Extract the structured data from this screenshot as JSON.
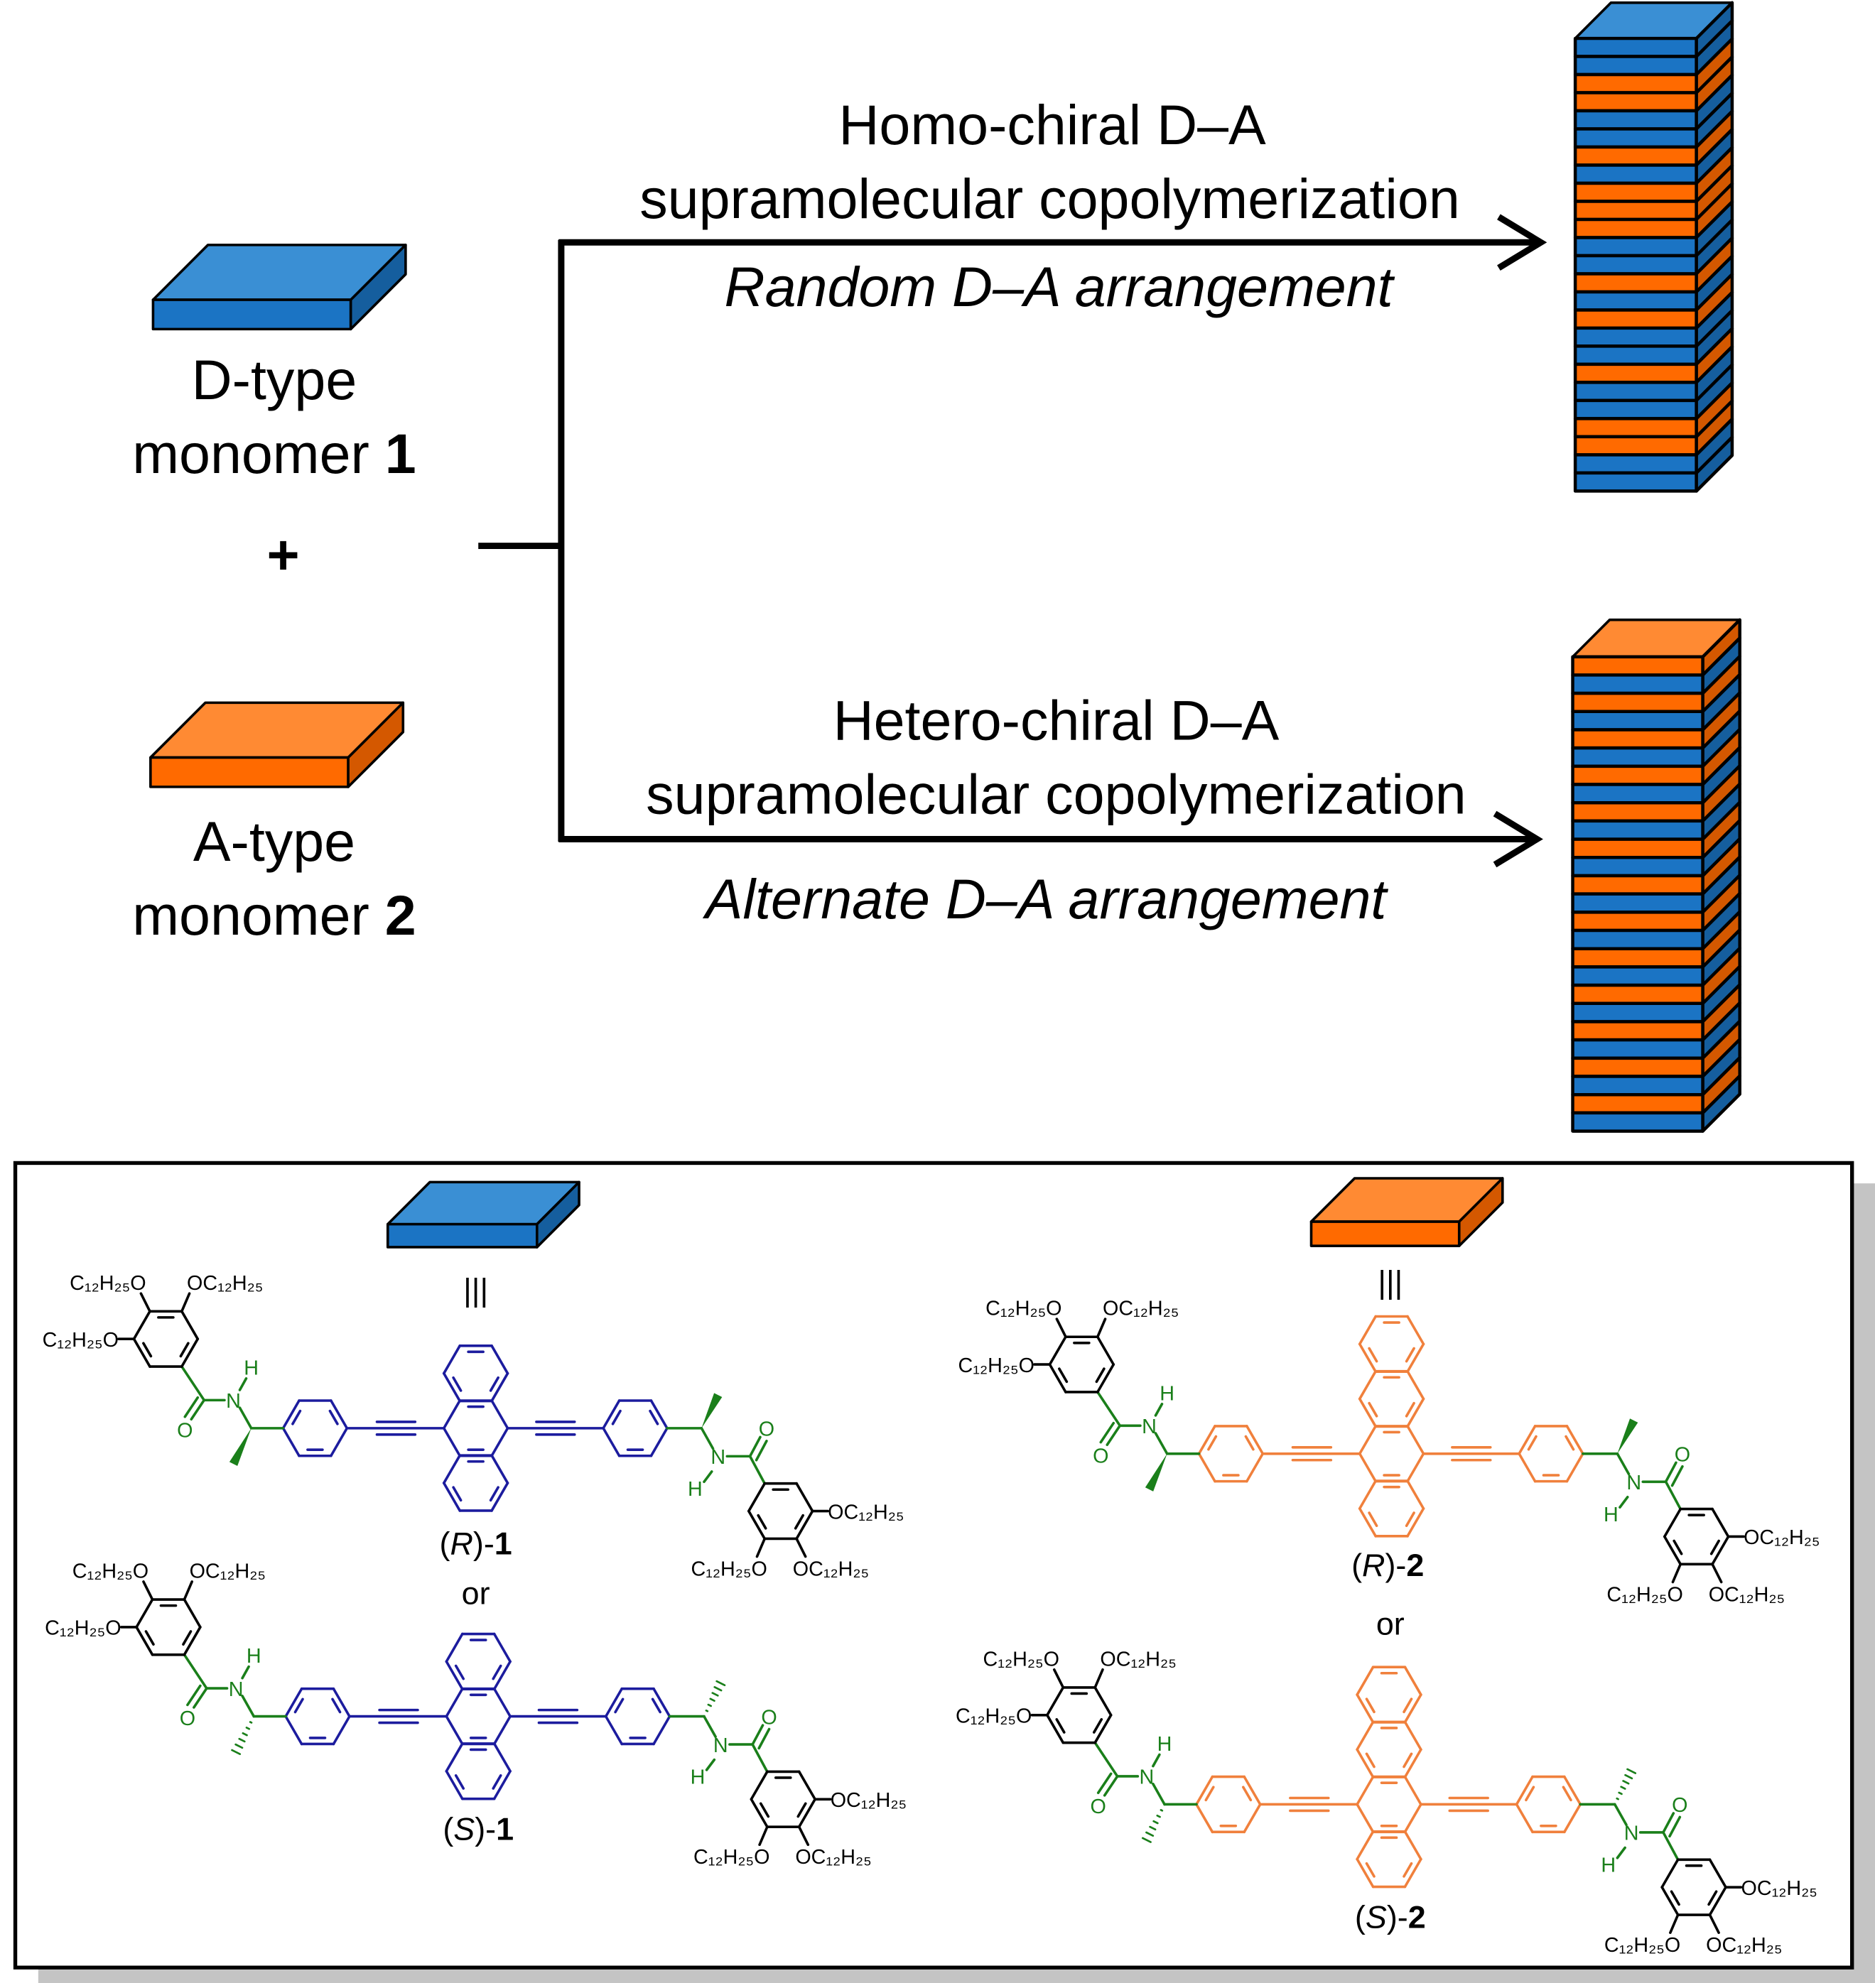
{
  "monomers": {
    "d_line1": "D-type",
    "d_line2": "monomer ",
    "d_num": "1",
    "plus": "+",
    "a_line1": "A-type",
    "a_line2": "monomer ",
    "a_num": "2"
  },
  "routes": {
    "homo": {
      "title1": "Homo-chiral D–A",
      "title2": "supramolecular copolymerization",
      "result": "Random D–A arrangement",
      "stack_sequence": [
        "D",
        "D",
        "A",
        "A",
        "D",
        "D",
        "A",
        "D",
        "A",
        "A",
        "A",
        "D",
        "D",
        "A",
        "D",
        "A",
        "D",
        "D",
        "A",
        "D",
        "D",
        "A",
        "A",
        "D",
        "D"
      ]
    },
    "hetero": {
      "title1": "Hetero-chiral D–A",
      "title2": "supramolecular copolymerization",
      "result": "Alternate D–A arrangement",
      "stack_sequence": [
        "A",
        "D",
        "A",
        "D",
        "A",
        "D",
        "A",
        "D",
        "A",
        "D",
        "A",
        "D",
        "A",
        "D",
        "A",
        "D",
        "A",
        "D",
        "A",
        "D",
        "A",
        "D",
        "A",
        "D",
        "A",
        "D"
      ]
    }
  },
  "structures": {
    "equiv": "|||",
    "or": "or",
    "r1": {
      "pre": "(",
      "stereo": "R",
      "post": ")-",
      "num": "1"
    },
    "s1": {
      "pre": "(",
      "stereo": "S",
      "post": ")-",
      "num": "1"
    },
    "r2": {
      "pre": "(",
      "stereo": "R",
      "post": ")-",
      "num": "2"
    },
    "s2": {
      "pre": "(",
      "stereo": "S",
      "post": ")-",
      "num": "2"
    },
    "atoms": {
      "ochain_left": "C₁₂H₂₅O",
      "ochain_right": "OC₁₂H₂₅",
      "nitrogen": "N",
      "hydrogen": "H",
      "oxygen": "O"
    }
  },
  "colors": {
    "donor": "#1b74c4",
    "donor_top": "#3a8fd4",
    "donor_side": "#155e9e",
    "acceptor": "#ff6a00",
    "acceptor_top": "#ff8a33",
    "acceptor_side": "#d45800",
    "donor_structure": "#1c1c9e",
    "acceptor_structure": "#f0803c",
    "amide": "#1a7f1a"
  }
}
